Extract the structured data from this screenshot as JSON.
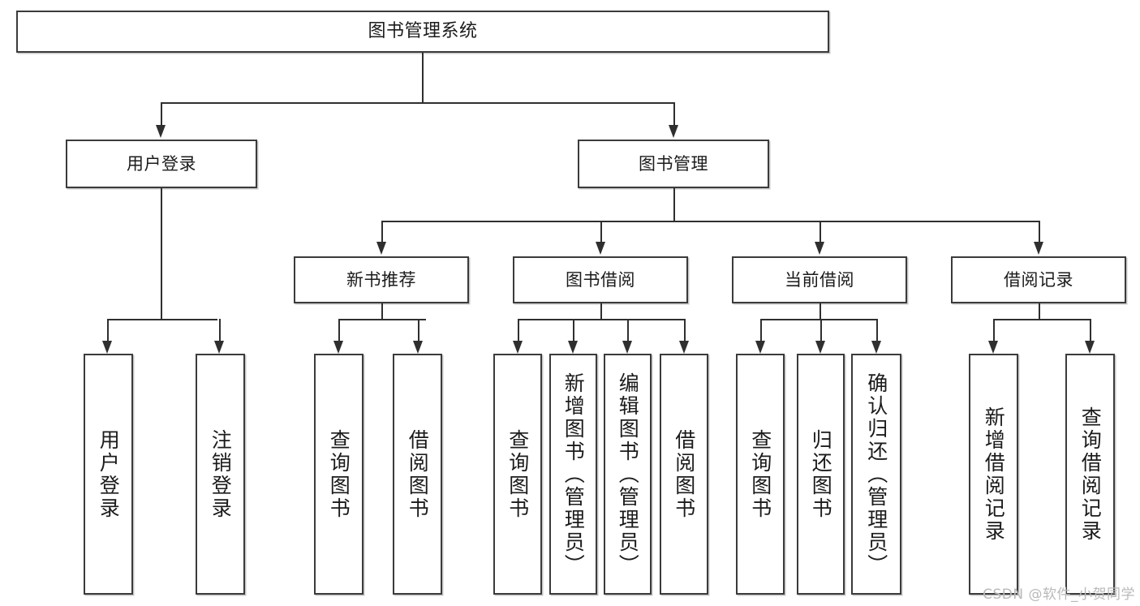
{
  "diagram": {
    "type": "tree",
    "title": "图书管理系统",
    "root": {
      "label": "图书管理系统"
    },
    "level2": [
      {
        "label": "用户登录"
      },
      {
        "label": "图书管理"
      }
    ],
    "level3": [
      {
        "label": "新书推荐"
      },
      {
        "label": "图书借阅"
      },
      {
        "label": "当前借阅"
      },
      {
        "label": "借阅记录"
      }
    ],
    "leaves": {
      "user_login": [
        {
          "label": "用户登录"
        },
        {
          "label": "注销登录"
        }
      ],
      "new_book_recommend": [
        {
          "label": "查询图书"
        },
        {
          "label": "借阅图书"
        }
      ],
      "book_borrow": [
        {
          "label": "查询图书"
        },
        {
          "label": "新增图书（管理员）"
        },
        {
          "label": "编辑图书（管理员）"
        },
        {
          "label": "借阅图书"
        }
      ],
      "current_borrow": [
        {
          "label": "查询图书"
        },
        {
          "label": "归还图书"
        },
        {
          "label": "确认归还（管理员）"
        }
      ],
      "borrow_record": [
        {
          "label": "新增借阅记录"
        },
        {
          "label": "查询借阅记录"
        }
      ]
    }
  },
  "watermark": {
    "text": "CSDN @软件_小贺同学"
  },
  "colors": {
    "box_border": "#3b3b3b",
    "line": "#2f2f2f",
    "text": "#1b1b1b",
    "background": "#ffffff",
    "watermark": "#b9b9b9"
  }
}
